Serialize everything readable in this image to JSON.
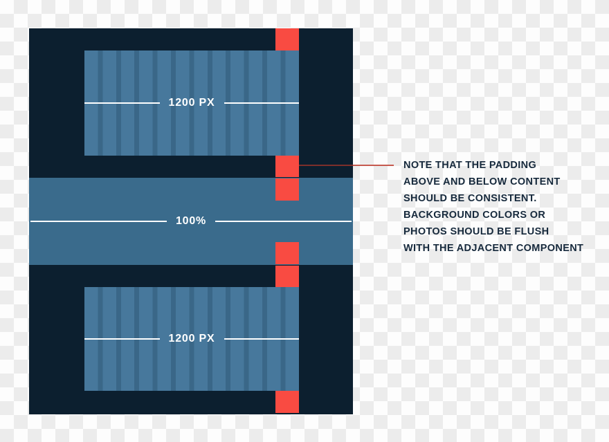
{
  "diagram": {
    "title_none": "",
    "measurements": {
      "content_width_top": "1200 PX",
      "container_width": "100%",
      "content_width_bottom": "1200 PX"
    },
    "annotation": {
      "lines": [
        "NOTE THAT THE PADDING",
        "ABOVE AND BELOW CONTENT",
        "SHOULD BE CONSISTENT.",
        "BACKGROUND COLORS OR",
        "PHOTOS SHOULD BE FLUSH",
        "WITH THE ADJACENT COMPONENT"
      ]
    },
    "colors": {
      "panel_navy": "#0C1F2F",
      "column_light": "#47789C",
      "column_gutter": "#3A6788",
      "band_blue": "#3A6B8C",
      "padding_red": "#F94B42",
      "measure_line_white": "#FFFFFF",
      "annotation_text": "#16293C",
      "callout_line_on_panel": "#7D2F2B",
      "callout_line_outside": "#C65A4F",
      "checker_gray": "#ECECEC",
      "checker_white": "#FDFDFD"
    }
  }
}
